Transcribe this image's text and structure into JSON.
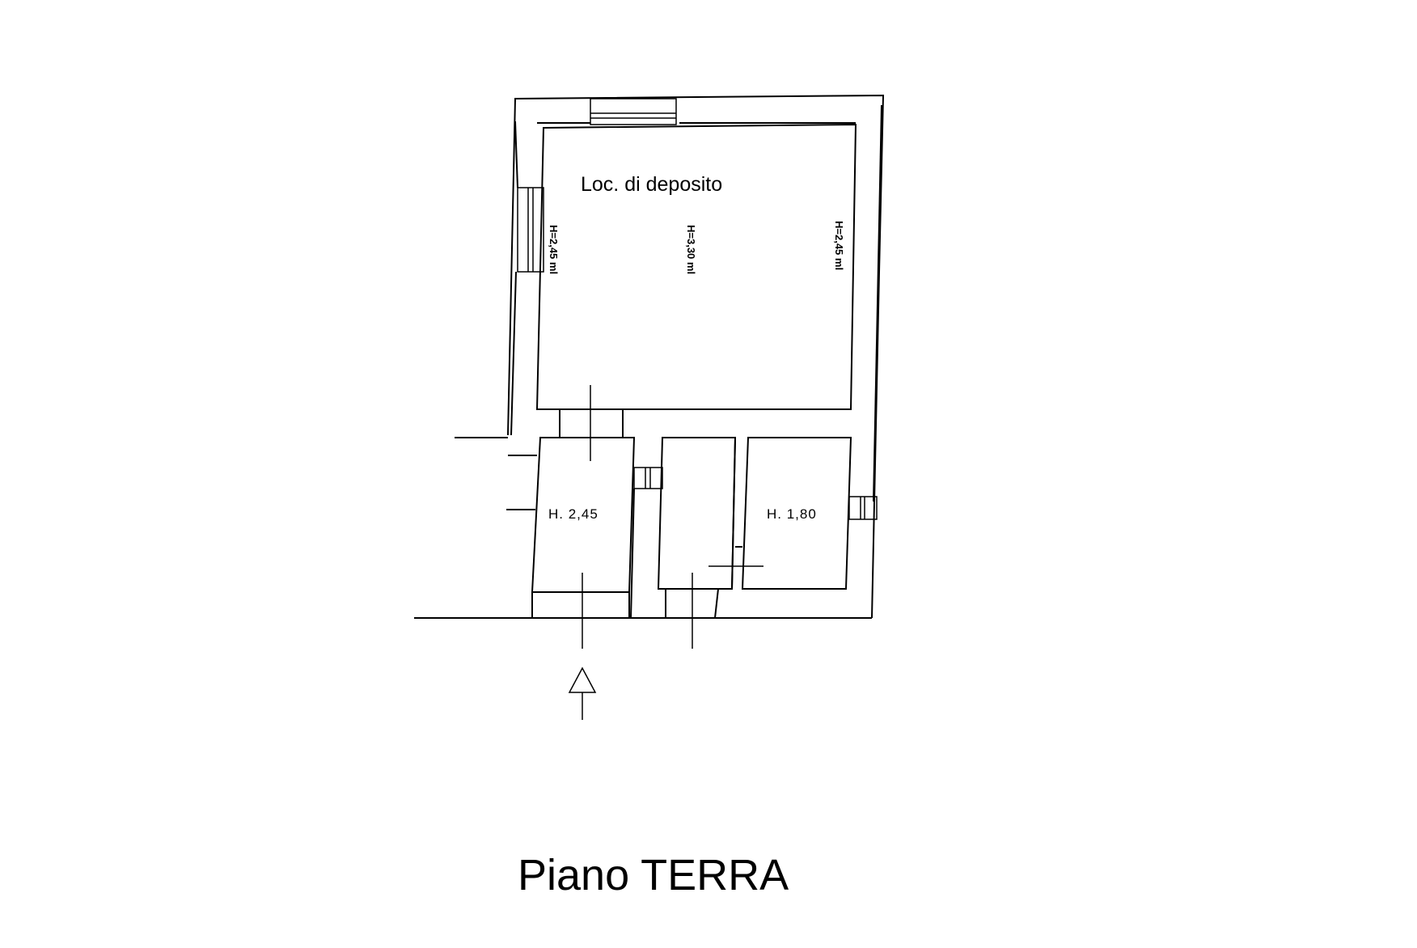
{
  "plan": {
    "title": "Piano TERRA",
    "rooms": {
      "storage_label": "Loc. di deposito",
      "storage_height_left": "H=2,45 ml",
      "storage_height_center": "H=3,30 ml",
      "storage_height_right": "H=2,45 ml",
      "small_room_left_height": "H. 2,45",
      "small_room_right_height": "H. 1,80"
    },
    "entrance_icon": "entrance-arrow-icon",
    "colors": {
      "line": "#000000",
      "background": "#ffffff"
    }
  }
}
